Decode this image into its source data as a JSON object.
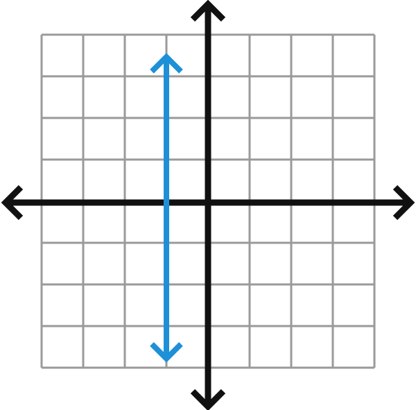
{
  "chart_data": {
    "type": "line",
    "title": "",
    "xlabel": "",
    "ylabel": "",
    "xlim": [
      -4,
      4
    ],
    "ylim": [
      -4,
      4
    ],
    "grid": true,
    "tick_step": 1,
    "series": [
      {
        "x": [
          -1,
          -1
        ],
        "y": [
          -3.75,
          3.5
        ],
        "arrows": "both",
        "color": "#1e90d8"
      }
    ]
  },
  "colors": {
    "grid": "#9a9a9a",
    "axes": "#111111",
    "line": "#1e90d8",
    "background": "#ffffff"
  }
}
